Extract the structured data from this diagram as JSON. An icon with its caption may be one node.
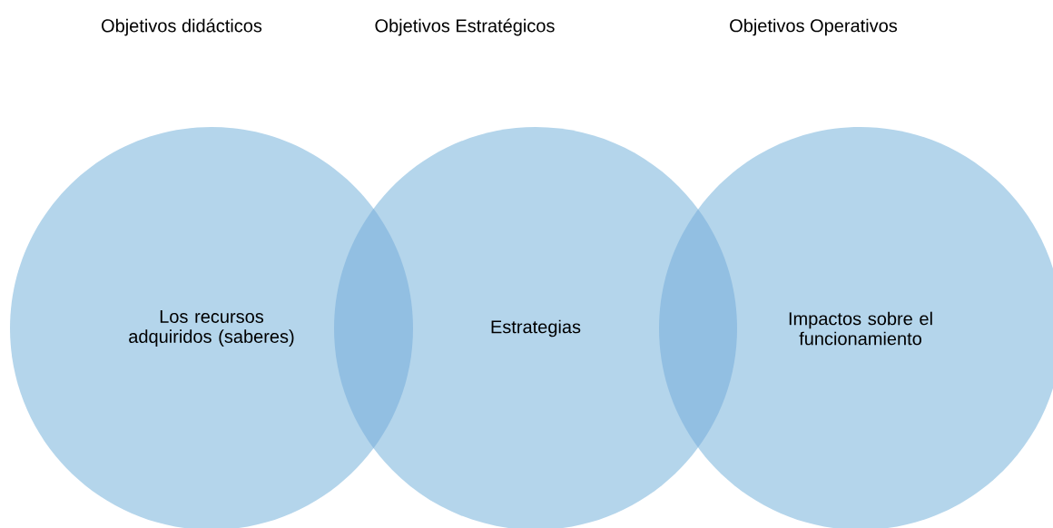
{
  "diagram": {
    "nodes": [
      {
        "text": [
          "Objetivos didácticos",
          "Los recursos adquiridos (saberes)"
        ]
      },
      {
        "text": [
          "Objetivos Estratégicos",
          "Estrategias"
        ]
      },
      {
        "text": [
          "Objetivos Operativos",
          "Impactos sobre el funcionamiento"
        ]
      },
      {
        "text": [],
        "shape": "lens"
      },
      {
        "text": [],
        "shape": "lens"
      }
    ]
  }
}
